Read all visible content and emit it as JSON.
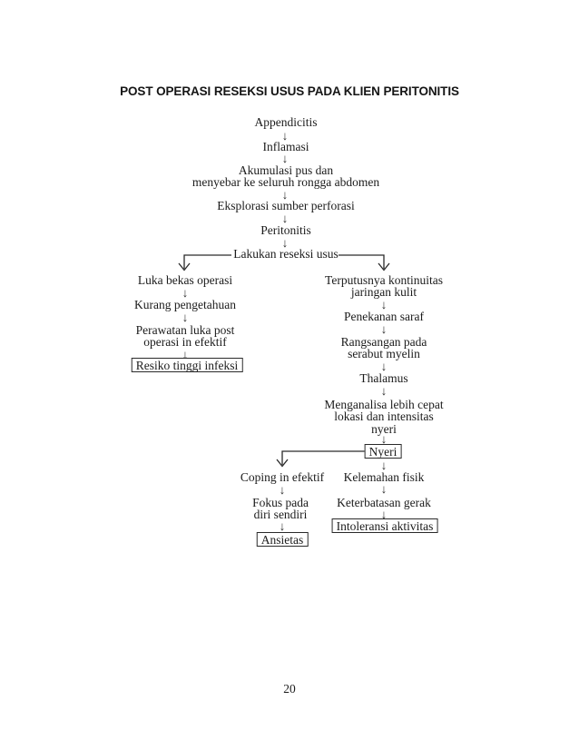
{
  "page": {
    "title": "POST OPERASI RESEKSI USUS PADA KLIEN PERITONITIS",
    "page_number": "20"
  },
  "glyphs": {
    "down_arrow": "↓"
  },
  "colors": {
    "ink": "#1b1b1b",
    "background": "#ffffff"
  },
  "flowchart": {
    "main": {
      "appendicitis": "Appendicitis",
      "inflamasi": "Inflamasi",
      "akumulasi": "Akumulasi pus dan\nmenyebar ke seluruh rongga abdomen",
      "eksplorasi": "Eksplorasi sumber perforasi",
      "peritonitis": "Peritonitis",
      "lakukan": "Lakukan reseksi usus"
    },
    "left_branch": {
      "luka": "Luka bekas operasi",
      "kurang": "Kurang pengetahuan",
      "perawatan": "Perawatan luka post\noperasi in efektif",
      "resiko": "Resiko tinggi infeksi"
    },
    "right_branch": {
      "terputusnya": "Terputusnya kontinuitas\njaringan kulit",
      "penekanan": "Penekanan saraf",
      "rangsangan": "Rangsangan pada\nserabut myelin",
      "thalamus": "Thalamus",
      "menganalisa": "Menganalisa lebih cepat\nlokasi dan intensitas\nnyeri",
      "nyeri": "Nyeri",
      "kelemahan": "Kelemahan fisik",
      "keterbatasan": "Keterbatasan gerak",
      "intoleransi": "Intoleransi aktivitas"
    },
    "coping_branch": {
      "coping": "Coping in efektif",
      "fokus": "Fokus pada\ndiri sendiri",
      "ansietas": "Ansietas"
    }
  }
}
